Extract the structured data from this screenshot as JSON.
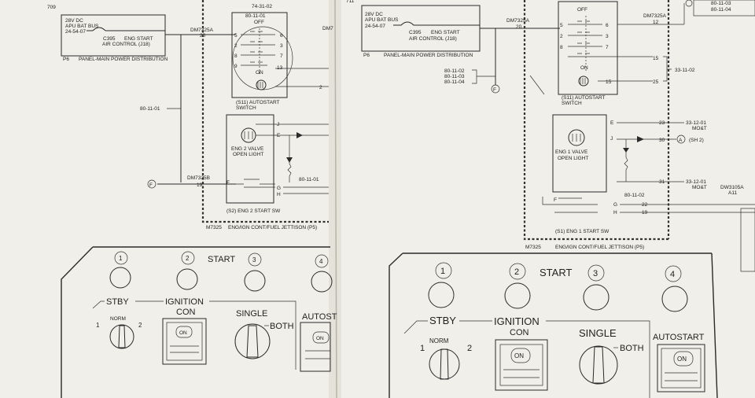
{
  "left_sheet": {
    "page_number": "709",
    "power_box": {
      "voltage": "28V DC",
      "bus": "APU BAT BUS",
      "ref": "24-54-07",
      "cb": "C395",
      "cb_label1": "ENG START",
      "cb_label2": "AIR CONTROL (J18)",
      "panel": "P6",
      "panel_name": "PANEL-MAIN POWER DISTRIBUTION"
    },
    "wire_main": "DM7325A",
    "wire_main_num": "20",
    "header_ref": "74-31-02",
    "switch_ref": "80-11-01",
    "switch_off": "OFF",
    "switch_on": "ON",
    "pins_left": [
      "5",
      "2",
      "8",
      "9"
    ],
    "pins_right": [
      "6",
      "3",
      "7",
      "13",
      "2"
    ],
    "switch_id": "(S11) AUTOSTART",
    "switch_word": "SWITCH",
    "ref_mid": "80-11-01",
    "right_wire": "DM7",
    "valve_label1": "ENG 2 VALVE",
    "valve_label2": "OPEN LIGHT",
    "conn_pins": [
      "J",
      "E",
      "F",
      "G",
      "H"
    ],
    "diode_ref": "80-11-01",
    "wire_b": "DM7325B",
    "wire_b_num": "19",
    "marker": "F",
    "start_sw": "(S2) ENG 2 START SW",
    "module": "M7325",
    "module_name": "ENG/IGN CONT/FUEL JETTISON (P5)"
  },
  "right_sheet": {
    "page_number": "711",
    "power_box": {
      "voltage": "28V DC",
      "bus": "APU BAT BUS",
      "ref": "24-54-07",
      "cb": "C395",
      "cb_label1": "ENG START",
      "cb_label2": "AIR CONTROL (J18)",
      "panel": "P6",
      "panel_name": "PANEL-MAIN POWER DISTRIBUTION"
    },
    "wire_main": "DM7325A",
    "wire_main_num": "20",
    "wire_right": "DM7325A",
    "wire_right_num": "12",
    "top_refs": [
      "80-11-03",
      "80-11-04"
    ],
    "refs_left": [
      "80-11-02",
      "80-11-03",
      "80-11-04"
    ],
    "switch_off": "OFF",
    "switch_on": "ON",
    "pins_left": [
      "5",
      "2",
      "8"
    ],
    "pins_right": [
      "6",
      "3",
      "7",
      "15"
    ],
    "out_nums": [
      "15",
      "25"
    ],
    "bracket_ref": "33-11-02",
    "switch_id": "(S11) AUTOSTART",
    "switch_word": "SWITCH",
    "valve_label1": "ENG 1 VALVE",
    "valve_label2": "OPEN LIGHT",
    "conn_pins": [
      "E",
      "J",
      "F",
      "G",
      "H"
    ],
    "out_e_num": "23",
    "out_e_ref": "33-12-01",
    "out_e_sub": "MO&T",
    "out_j_num": "30",
    "out_j_marker": "A",
    "out_j_sheet": "(SH 2)",
    "out_f_num": "31",
    "out_f_ref": "33-12-01",
    "out_f_sub": "MO&T",
    "diode_ref": "80-11-02",
    "out_g_num": "22",
    "out_h_num": "19",
    "edge_wire": "DW3105A",
    "edge_wire_sub": "A11",
    "marker": "F",
    "start_sw": "(S1) ENG 1 START SW",
    "module": "M7325",
    "module_name": "ENG/IGN CONT/FUEL JETTISON (P5)"
  },
  "left_panel": {
    "lights": [
      "1",
      "2",
      "3",
      "4"
    ],
    "start_label": "START",
    "stby": "STBY",
    "ignition": "IGNITION",
    "norm": "NORM",
    "pos1": "1",
    "pos2": "2",
    "con": "CON",
    "on": "ON",
    "single": "SINGLE",
    "both": "BOTH",
    "autostart": "AUTOST"
  },
  "right_panel": {
    "lights": [
      "1",
      "2",
      "3",
      "4"
    ],
    "start_label": "START",
    "stby": "STBY",
    "ignition": "IGNITION",
    "norm": "NORM",
    "pos1": "1",
    "pos2": "2",
    "con": "CON",
    "on": "ON",
    "single": "SINGLE",
    "both": "BOTH",
    "autostart": "AUTOSTART"
  },
  "colors": {
    "paper": "#f1efe9",
    "ink": "#2a2a2a",
    "gutter": "#dcd8cf"
  }
}
